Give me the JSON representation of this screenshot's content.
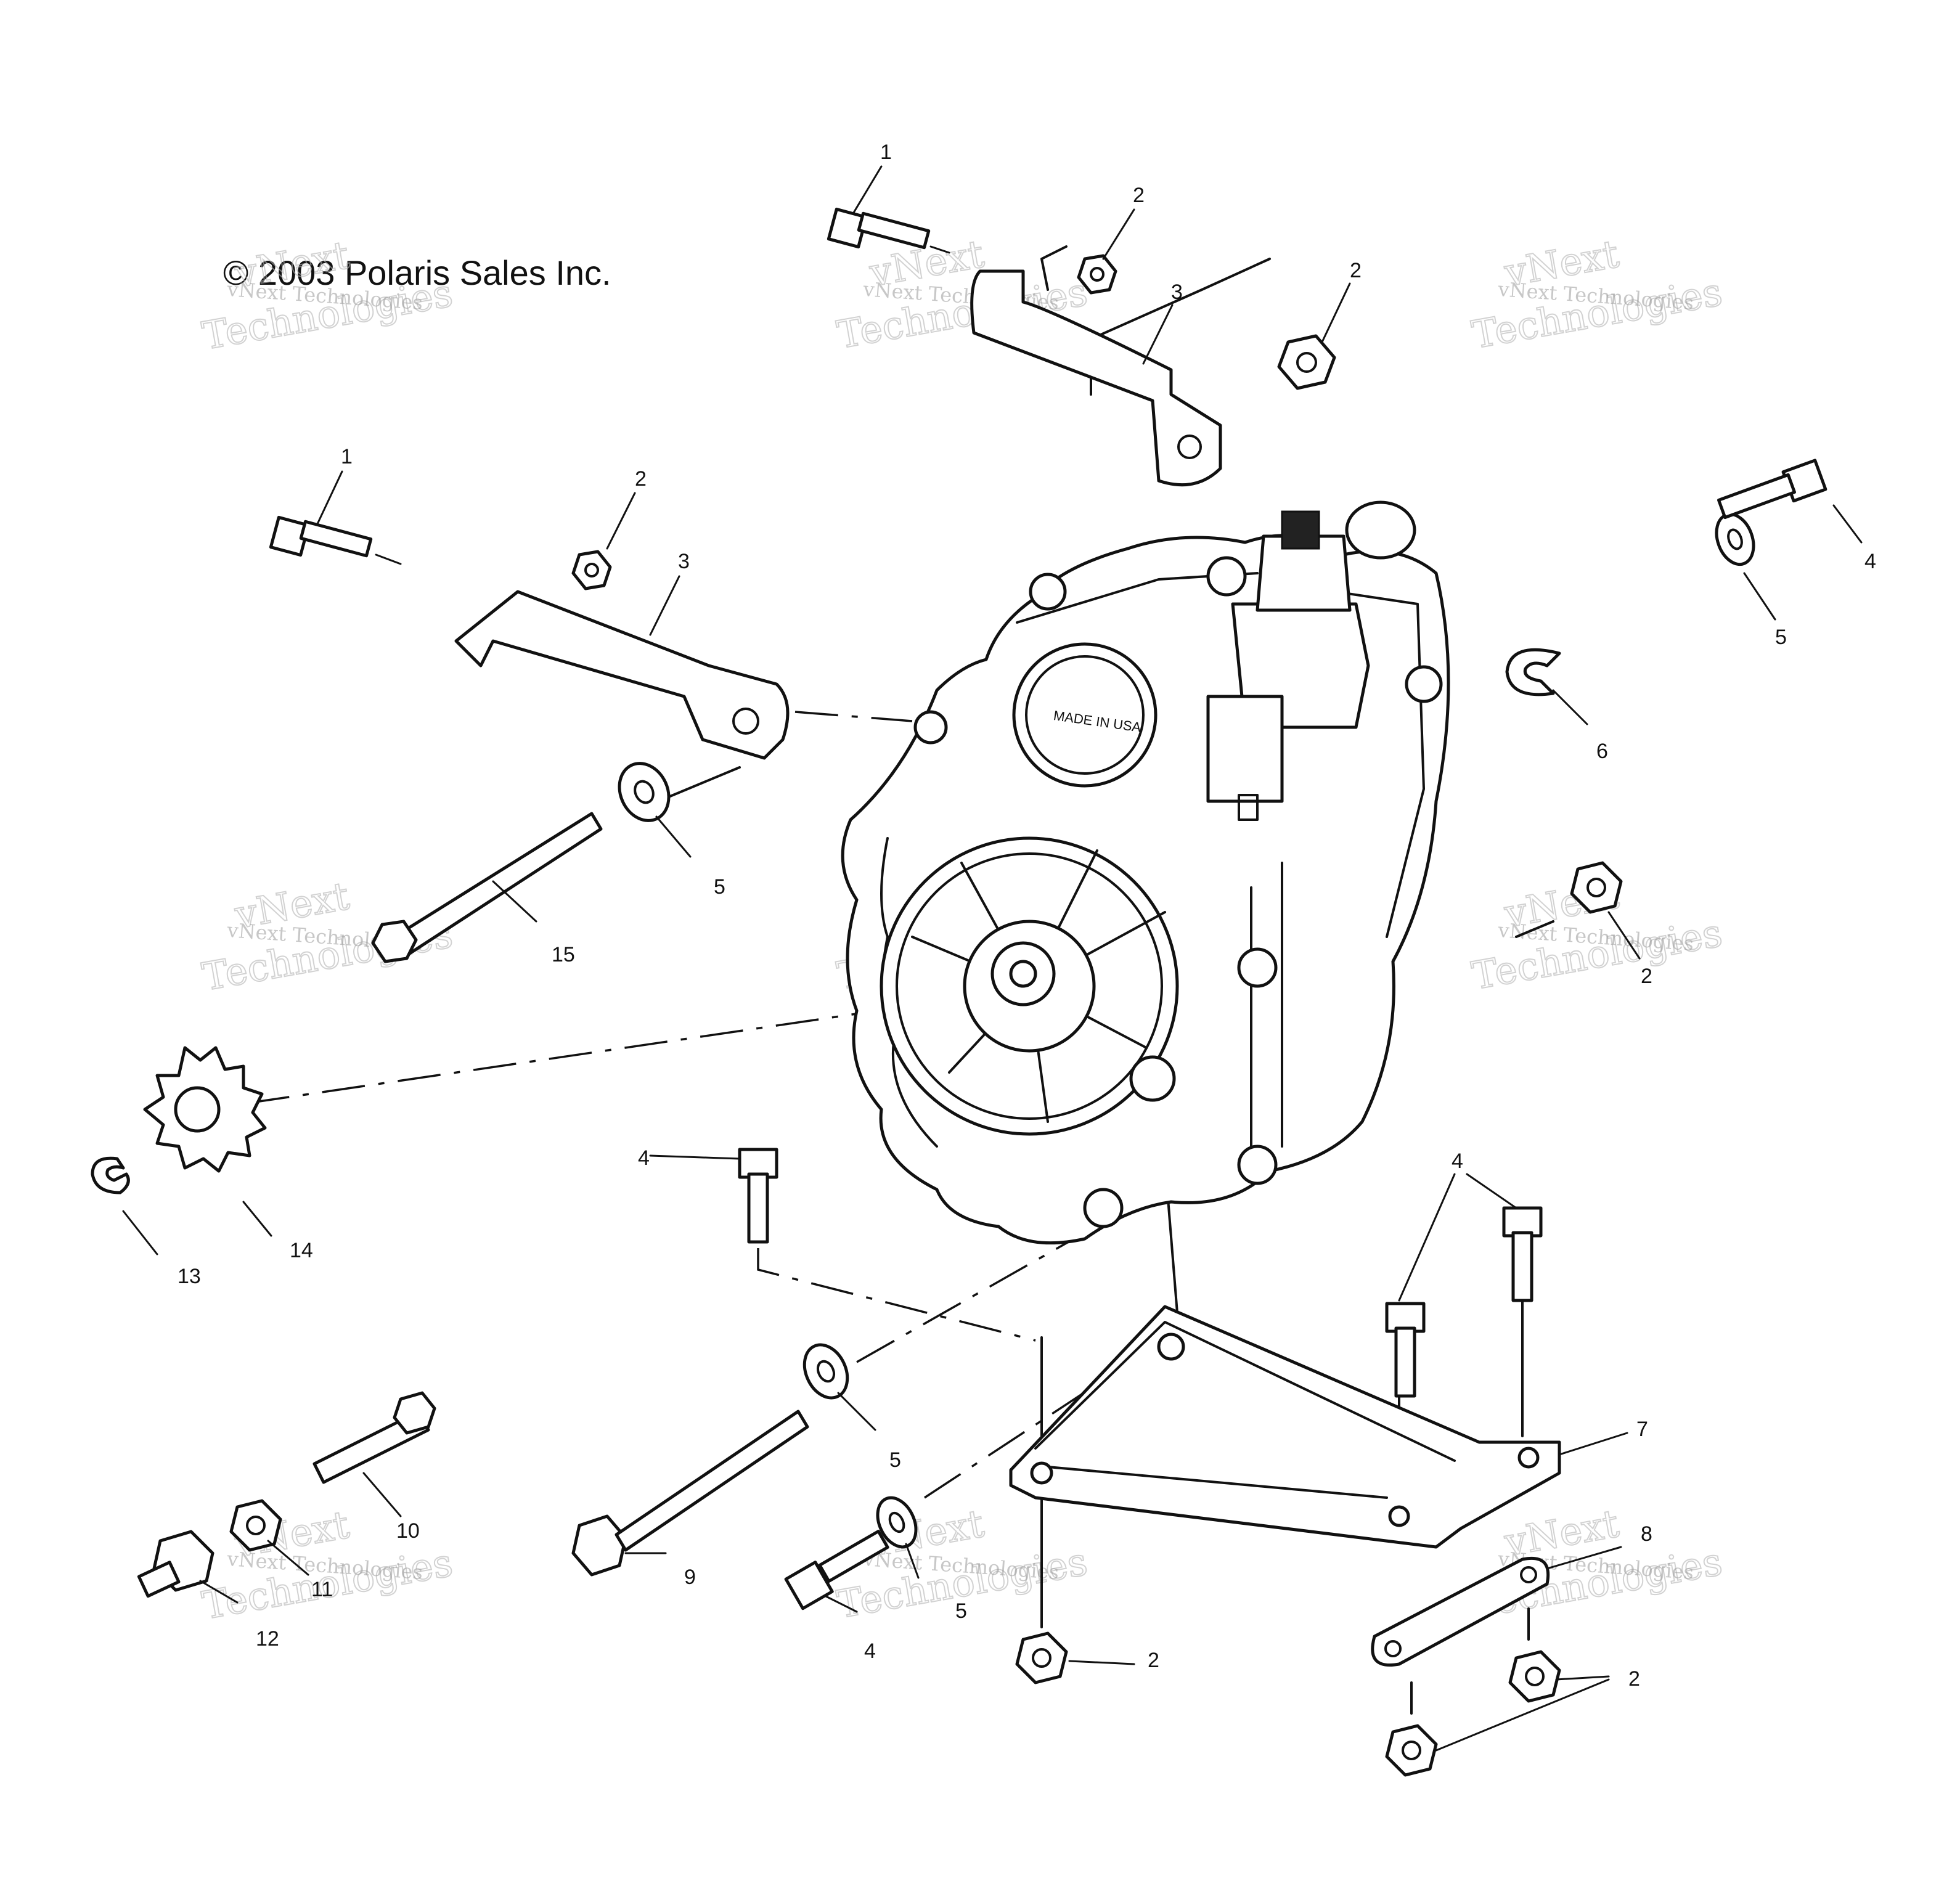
{
  "copyright": "© 2003 Polaris Sales Inc.",
  "casting_mark": "MADE IN USA",
  "watermark": {
    "line1": "vNext Technologies",
    "line2": "vNext",
    "line3": "Technologies"
  },
  "callouts": {
    "c1_top": "1",
    "c2_top_nut": "2",
    "c3_top": "3",
    "c2_top_right": "2",
    "c1_left": "1",
    "c2_left": "2",
    "c3_left": "3",
    "c4_right_bolt": "4",
    "c5_right_washer": "5",
    "c6_clip": "6",
    "c5_left_washer": "5",
    "c15_shaft": "15",
    "c2_right_nut": "2",
    "c14_sprocket": "14",
    "c13_ring": "13",
    "c4_mid_bolt": "4",
    "c4_pair_bolts": "4",
    "c7_bracket": "7",
    "c5_lower_washer_a": "5",
    "c5_lower_washer_b": "5",
    "c10_stud": "10",
    "c11_nut": "11",
    "c12_plug": "12",
    "c9_long_bolt": "9",
    "c4_lower_bolt": "4",
    "c2_lower_nut": "2",
    "c8_strap": "8",
    "c2_bottom_nuts": "2"
  }
}
